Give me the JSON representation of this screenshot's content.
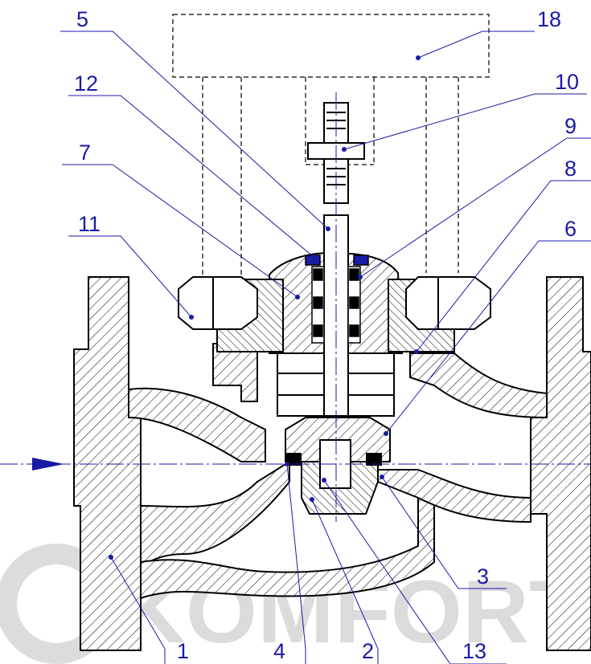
{
  "diagram": {
    "callouts": [
      {
        "id": "c1",
        "label": "1"
      },
      {
        "id": "c2",
        "label": "2"
      },
      {
        "id": "c3",
        "label": "3"
      },
      {
        "id": "c4",
        "label": "4"
      },
      {
        "id": "c5",
        "label": "5"
      },
      {
        "id": "c6",
        "label": "6"
      },
      {
        "id": "c7",
        "label": "7"
      },
      {
        "id": "c8",
        "label": "8"
      },
      {
        "id": "c9",
        "label": "9"
      },
      {
        "id": "c10",
        "label": "10"
      },
      {
        "id": "c11",
        "label": "11"
      },
      {
        "id": "c12",
        "label": "12"
      },
      {
        "id": "c13",
        "label": "13"
      },
      {
        "id": "c18",
        "label": "18"
      }
    ],
    "watermark": "KOMFORT",
    "colors": {
      "line": "#000000",
      "callout": "#1a1aa6",
      "centerline": "#1a1aa6",
      "watermark": "#bdbdbd"
    }
  }
}
